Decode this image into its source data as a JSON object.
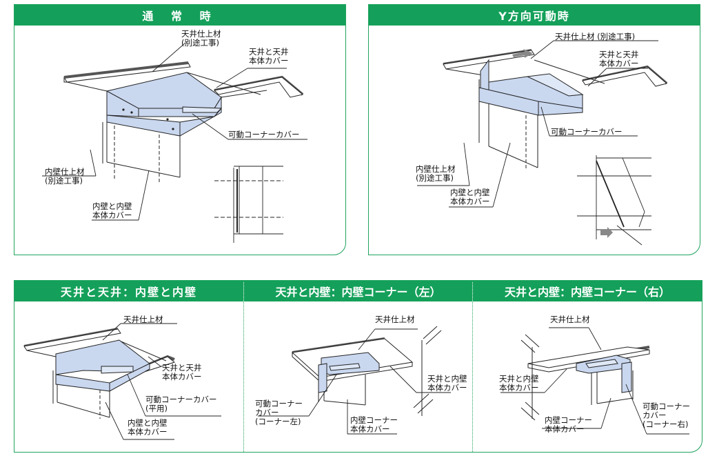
{
  "panels": {
    "normal": {
      "title": "通 常 時",
      "labels": {
        "ceiling_finish": [
          "天井仕上材",
          "(別途工事)"
        ],
        "ceiling_cover": [
          "天井と天井",
          "本体カバー"
        ],
        "corner_cover": "可動コーナーカバー",
        "wall_finish": [
          "内壁仕上材",
          "(別途工事)"
        ],
        "wall_cover": [
          "内壁と内壁",
          "本体カバー"
        ]
      }
    },
    "y_moving": {
      "title": "Y方向可動時",
      "labels": {
        "ceiling_finish": "天井仕上材 (別途工事)",
        "ceiling_cover": [
          "天井と天井",
          "本体カバー"
        ],
        "corner_cover": "可動コーナーカバー",
        "wall_finish": [
          "内壁仕上材",
          "(別途工事)"
        ],
        "wall_cover": [
          "内壁と内壁",
          "本体カバー"
        ]
      }
    },
    "ceiling_wall": {
      "title": "天井と天井：内壁と内壁",
      "labels": {
        "ceiling_finish": "天井仕上材",
        "ceiling_cover": [
          "天井と天井",
          "本体カバー"
        ],
        "corner_cover": [
          "可動コーナーカバー",
          "(平用)"
        ],
        "wall_cover": [
          "内壁と内壁",
          "本体カバー"
        ]
      }
    },
    "corner_left": {
      "title": "天井と内壁：内壁コーナー（左）",
      "labels": {
        "ceiling_finish": "天井仕上材",
        "corner_cover": [
          "可動コーナー",
          "カバー",
          "(コーナー左)"
        ],
        "ceiling_wall_cover": [
          "天井と内壁",
          "本体カバー"
        ],
        "wall_corner_cover": [
          "内壁コーナー",
          "本体カバー"
        ]
      }
    },
    "corner_right": {
      "title": "天井と内壁：内壁コーナー（右）",
      "labels": {
        "ceiling_finish": "天井仕上材",
        "ceiling_wall_cover": [
          "天井と内壁",
          "本体カバー"
        ],
        "wall_corner_cover": [
          "内壁コーナー",
          "本体カバー"
        ],
        "corner_cover": [
          "可動コーナー",
          "カバー",
          "(コーナー右)"
        ]
      }
    }
  },
  "colors": {
    "accent": "#14a05a",
    "cover_fill": "#c9d7ef",
    "line": "#222222"
  }
}
